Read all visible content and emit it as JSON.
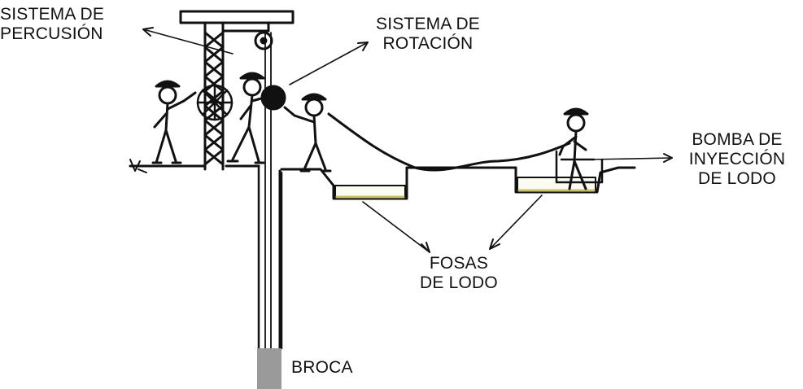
{
  "labels": {
    "percusion": [
      "SISTEMA DE",
      "PERCUSIÓN"
    ],
    "rotacion": [
      "SISTEMA DE",
      "ROTACIÓN"
    ],
    "bomba": [
      "BOMBA DE",
      "INYECCIÓN",
      "DE LODO"
    ],
    "fosas": [
      "FOSAS",
      "DE LODO"
    ],
    "broca": "BROCA"
  },
  "colors": {
    "ink": "#111111",
    "drill_bit": "#9a9a9a",
    "mud_stripe": "#c8c06a",
    "background": "#ffffff"
  }
}
